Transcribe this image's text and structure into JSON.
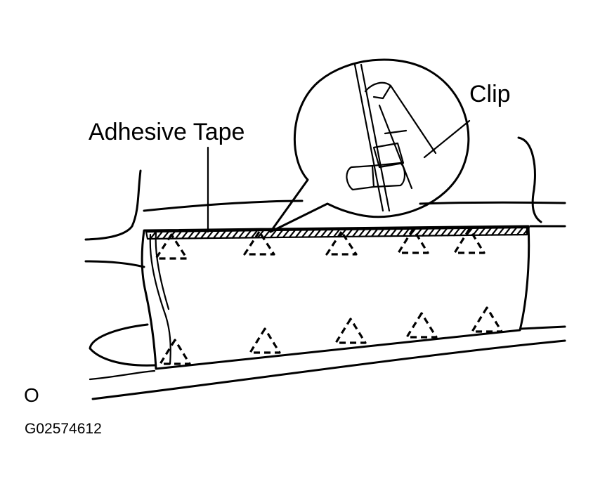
{
  "labels": {
    "adhesive_tape": "Adhesive Tape",
    "clip": "Clip",
    "marker": "O",
    "figure_code": "G02574612"
  }
}
